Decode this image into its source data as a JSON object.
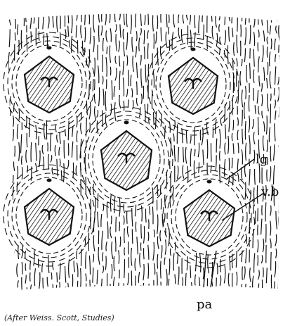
{
  "figure": {
    "labels": {
      "lg": "lg",
      "vb": "v.b",
      "pa": "pa"
    },
    "caption": "(After Weiss. Scott, Studies)",
    "scars": [
      {
        "id": "upper-left",
        "role": "leaf-scar"
      },
      {
        "id": "upper-right",
        "role": "leaf-scar"
      },
      {
        "id": "center",
        "role": "leaf-scar"
      },
      {
        "id": "lower-left",
        "role": "leaf-scar"
      },
      {
        "id": "lower-right",
        "role": "leaf-scar"
      }
    ],
    "colors": {
      "ink": "#111111",
      "paper": "#ffffff"
    }
  }
}
